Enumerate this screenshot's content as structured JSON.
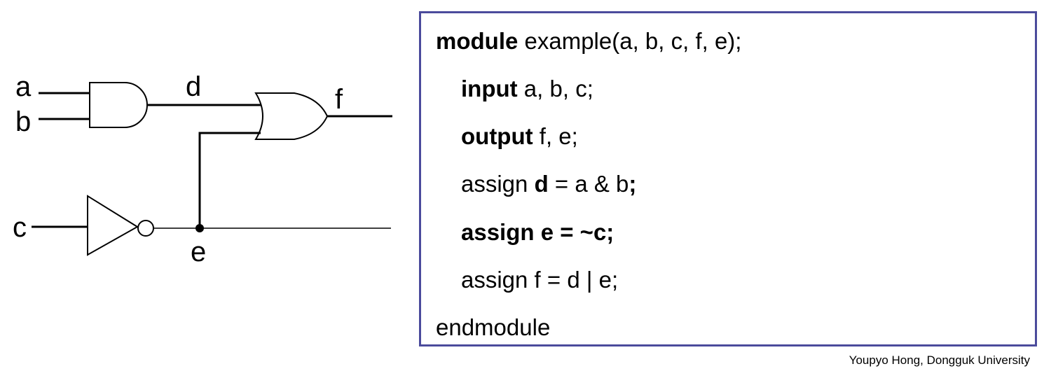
{
  "circuit": {
    "labels": {
      "a": "a",
      "b": "b",
      "c": "c",
      "d": "d",
      "e": "e",
      "f": "f"
    },
    "gates": [
      "and",
      "or",
      "not"
    ]
  },
  "code": {
    "line1": {
      "kw": "module",
      "rest": " example(a, b, c, f, e);"
    },
    "line2": {
      "kw": "input",
      "rest": " a, b, c;"
    },
    "line3": {
      "kw": "output",
      "rest": " f, e;"
    },
    "line4": {
      "kw": "assign",
      "sp": " ",
      "var": "d",
      "mid": " = a & b",
      "end": ";"
    },
    "line5": {
      "text": "assign e = ~c;"
    },
    "line6": {
      "text": "assign f = d | e;"
    },
    "line7": {
      "text": "endmodule"
    }
  },
  "footer": "Youpyo Hong, Dongguk University",
  "colors": {
    "border": "#4b4b9c"
  }
}
